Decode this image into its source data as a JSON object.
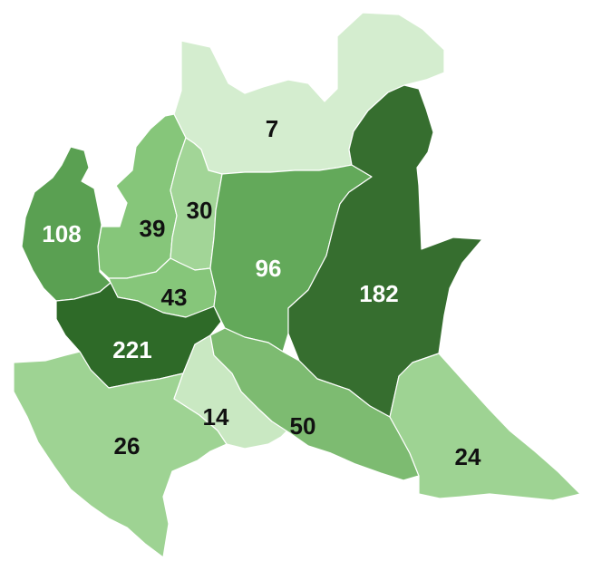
{
  "map": {
    "regions": [
      {
        "id": "sondrio",
        "label": "7",
        "fill": "#d4edcf",
        "label_color": "#111111"
      },
      {
        "id": "como",
        "label": "39",
        "fill": "#86c67a",
        "label_color": "#111111"
      },
      {
        "id": "lecco",
        "label": "30",
        "fill": "#a2d597",
        "label_color": "#111111"
      },
      {
        "id": "varese",
        "label": "108",
        "fill": "#5aa052",
        "label_color": "#ffffff"
      },
      {
        "id": "monza-brianza",
        "label": "43",
        "fill": "#86c67a",
        "label_color": "#111111"
      },
      {
        "id": "milano",
        "label": "221",
        "fill": "#2e6a28",
        "label_color": "#ffffff"
      },
      {
        "id": "bergamo",
        "label": "96",
        "fill": "#63a95a",
        "label_color": "#ffffff"
      },
      {
        "id": "brescia",
        "label": "182",
        "fill": "#366e2f",
        "label_color": "#ffffff"
      },
      {
        "id": "pavia",
        "label": "26",
        "fill": "#9ed393",
        "label_color": "#111111"
      },
      {
        "id": "lodi",
        "label": "14",
        "fill": "#c9e8c2",
        "label_color": "#111111"
      },
      {
        "id": "cremona",
        "label": "50",
        "fill": "#7dbb71",
        "label_color": "#111111"
      },
      {
        "id": "mantova",
        "label": "24",
        "fill": "#9ed393",
        "label_color": "#111111"
      }
    ]
  }
}
